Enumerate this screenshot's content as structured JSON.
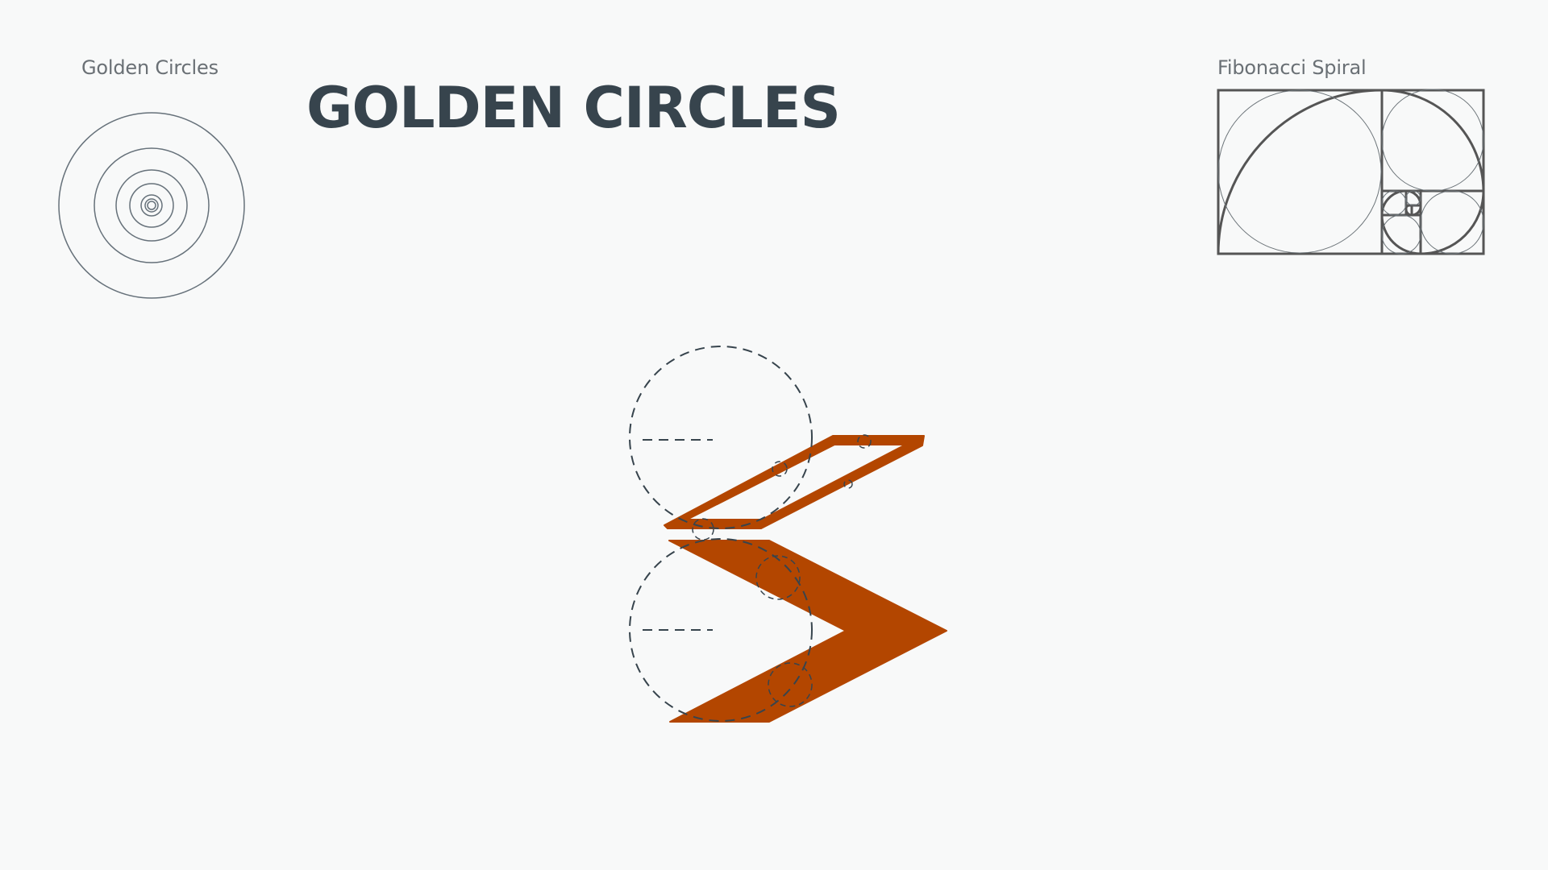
{
  "page": {
    "title": "GOLDEN CIRCLES"
  },
  "golden_circles": {
    "label": "Golden Circles"
  },
  "fibonacci": {
    "label": "Fibonacci Spiral"
  },
  "colors": {
    "background": "#f8f9f9",
    "title": "#37444d",
    "label_text": "#6a7075",
    "circle_stroke": "#66717a",
    "fib_stroke": "#555555",
    "logo_fill": "#b34600",
    "construction_dash": "#37444d"
  }
}
